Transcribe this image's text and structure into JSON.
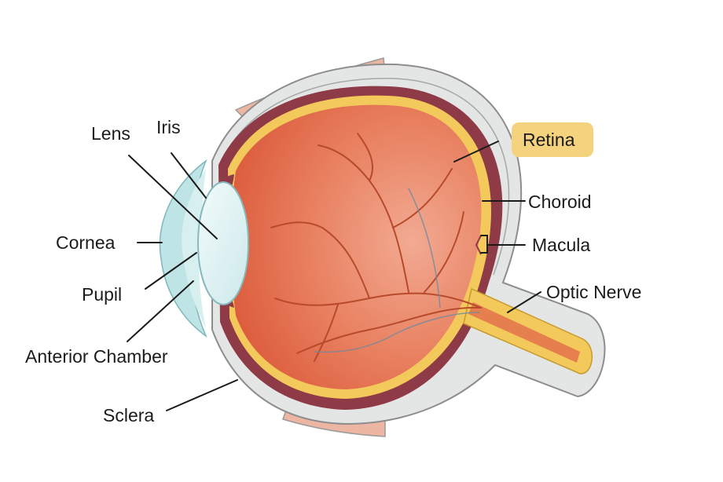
{
  "diagram": {
    "labels": {
      "lens": "Lens",
      "iris": "Iris",
      "cornea": "Cornea",
      "pupil": "Pupil",
      "anterior_chamber": "Anterior Chamber",
      "sclera": "Sclera",
      "retina": "Retina",
      "choroid": "Choroid",
      "macula": "Macula",
      "optic_nerve": "Optic Nerve"
    },
    "highlight": {
      "label": "retina",
      "color": "#f5d27e"
    },
    "colors": {
      "vitreous": "#e0674a",
      "vitreous_light": "#f1a38c",
      "retina_layer": "#f3c95c",
      "choroid_layer": "#8e3b47",
      "sclera_layer": "#e4e6e6",
      "cornea": "#bfe4e6",
      "lens": "#dff2f3",
      "blood_vessels": "#b84a2c",
      "muscle": "#ecb6a3"
    }
  }
}
